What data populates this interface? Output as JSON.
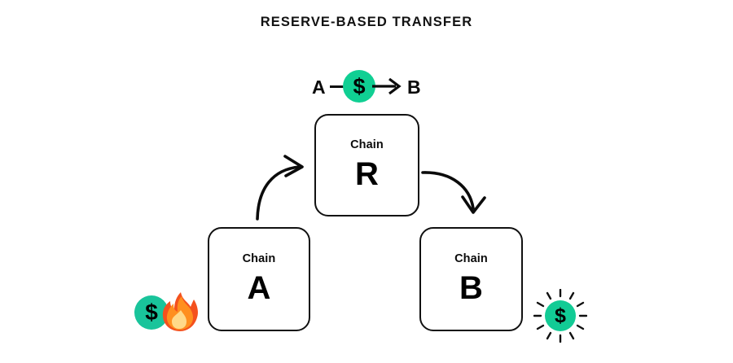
{
  "diagram": {
    "title": "RESERVE-BASED TRANSFER",
    "background_color": "#ffffff",
    "accent_color": "#10cf93",
    "stroke_color": "#111111"
  },
  "flow_label": {
    "source": "A",
    "destination": "B",
    "asset_symbol": "$",
    "connector_icon": "horizontal-line",
    "arrow_icon": "arrow-right-icon",
    "coin_color": "#10cf93"
  },
  "nodes": [
    {
      "id": "chain-r",
      "prefix": "Chain",
      "letter": "R",
      "role": "reserve"
    },
    {
      "id": "chain-a",
      "prefix": "Chain",
      "letter": "A",
      "role": "source"
    },
    {
      "id": "chain-b",
      "prefix": "Chain",
      "letter": "B",
      "role": "destination"
    }
  ],
  "arrows": [
    {
      "id": "a-to-r",
      "icon": "curved-arrow-up-right-icon",
      "from": "chain-a",
      "to": "chain-r"
    },
    {
      "id": "r-to-b",
      "icon": "curved-arrow-down-right-icon",
      "from": "chain-r",
      "to": "chain-b"
    }
  ],
  "badges": [
    {
      "id": "burn",
      "icon": "dollar-coin-fire-icon",
      "symbol": "$",
      "coin_color": "#19c49b",
      "flame_outer_color": "#f4511e",
      "flame_mid_color": "#ff8f1f",
      "flame_inner_color": "#ffd98a",
      "attached_to": "chain-a"
    },
    {
      "id": "mint",
      "icon": "dollar-coin-shine-icon",
      "symbol": "$",
      "coin_color": "#12cb95",
      "ray_color": "#111111",
      "ray_count": 12,
      "attached_to": "chain-b"
    }
  ]
}
